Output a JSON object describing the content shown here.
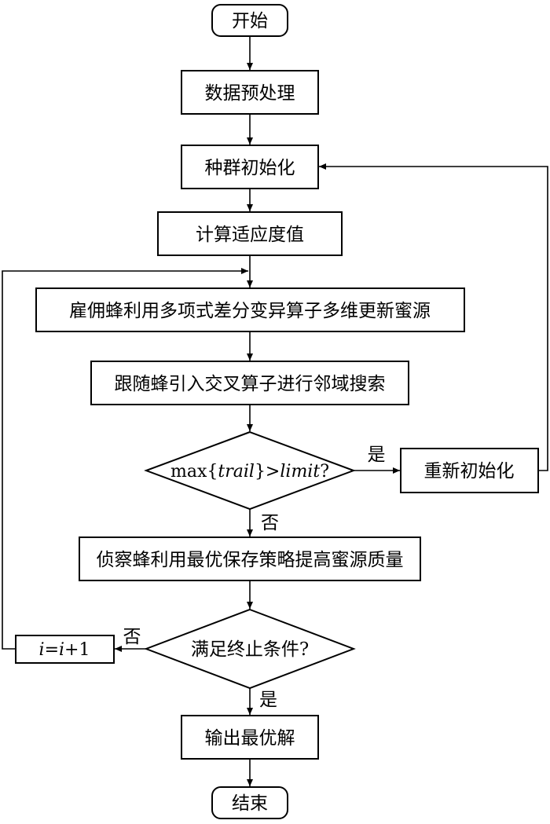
{
  "flowchart": {
    "start": "开始",
    "preprocess": "数据预处理",
    "init_population": "种群初始化",
    "compute_fitness": "计算适应度值",
    "employed_bee": "雇佣蜂利用多项式差分变异算子多维更新蜜源",
    "onlooker_bee": "跟随蜂引入交叉算子进行邻域搜索",
    "trail_check": {
      "prefix": "max{",
      "trail": "trail",
      "mid": "}>",
      "limit": "limit",
      "suffix": "?"
    },
    "reinit": "重新初始化",
    "scout_bee": "侦察蜂利用最优保存策略提高蜜源质量",
    "termination_check": "满足终止条件?",
    "increment": {
      "a": "i",
      "eq": "=",
      "b": "i",
      "plus": "+1"
    },
    "output": "输出最优解",
    "end": "结束",
    "yes_label": "是",
    "no_label": "否"
  }
}
